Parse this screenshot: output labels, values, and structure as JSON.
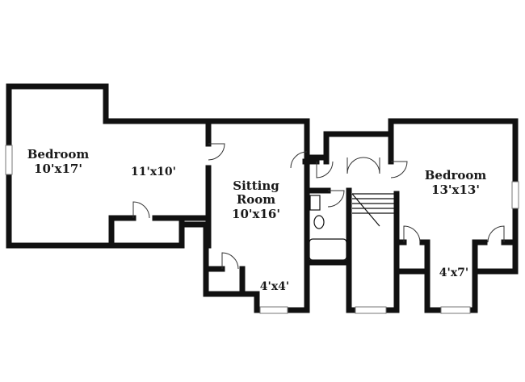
{
  "rooms": {
    "bedroom_left": {
      "name": "Bedroom",
      "size": "10'x17'"
    },
    "bedroom_left_ext": {
      "size": "11'x10'"
    },
    "sitting_room": {
      "name_line1": "Sitting",
      "name_line2": "Room",
      "size": "10'x16'"
    },
    "closet_small": {
      "size": "4'x4'"
    },
    "bedroom_right": {
      "name": "Bedroom",
      "size": "13'x13'"
    },
    "closet_right": {
      "size": "4'x7'"
    }
  }
}
